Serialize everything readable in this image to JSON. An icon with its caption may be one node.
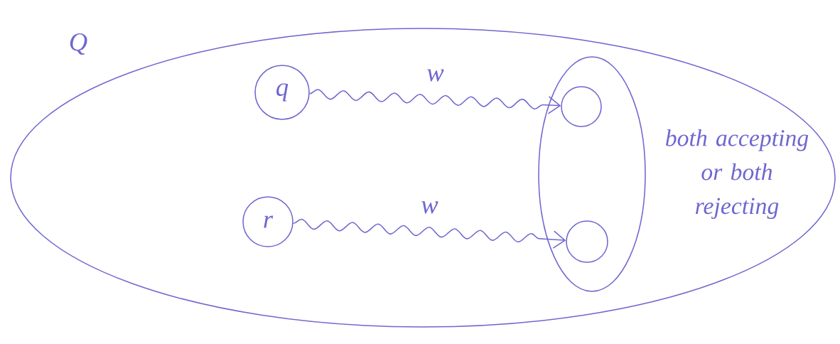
{
  "diagram": {
    "nodes": [
      {
        "text": [
          "Q"
        ]
      },
      {
        "text": [
          "q"
        ],
        "in": 0
      },
      {
        "text": [
          "r"
        ],
        "in": 0
      },
      {
        "text": [],
        "shape": "ellipse",
        "in": 0,
        "beside": [
          "both accepting or both rejecting"
        ]
      },
      {
        "text": [],
        "shape": "circle",
        "in": 3
      },
      {
        "text": [],
        "shape": "circle",
        "in": 3
      }
    ],
    "edges": [
      {
        "from": 1,
        "to": 4,
        "arrow": "to",
        "label": "w"
      },
      {
        "from": 2,
        "to": 5,
        "arrow": "to",
        "label": "w"
      }
    ]
  }
}
